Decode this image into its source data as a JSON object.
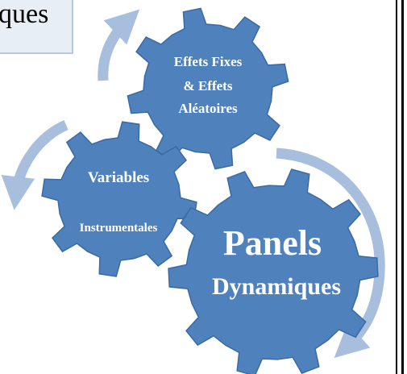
{
  "header": {
    "text": "ques"
  },
  "gears": {
    "top": {
      "line1": "Effets Fixes",
      "line2": "& Effets",
      "line3": "Aléatoires"
    },
    "left": {
      "line1": "Variables",
      "line2": "Instrumentales"
    },
    "large": {
      "line1": "Panels",
      "line2": "Dynamiques"
    }
  },
  "colors": {
    "gear_fill": "#4f81bd",
    "gear_stroke": "#3a6aa3",
    "arrow": "#a7bedc",
    "header_box": "#e8eef6",
    "header_box_border": "#b8c9de"
  }
}
